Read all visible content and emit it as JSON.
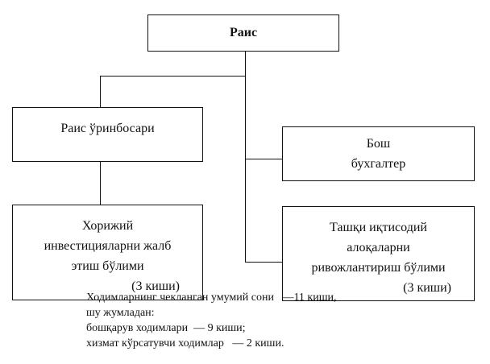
{
  "boxes": {
    "chairman": "Раис",
    "deputy": "Раис ўринбосари",
    "accountant": [
      "Бош",
      "бухгалтер"
    ],
    "foreign_investment": [
      "Хорижий",
      "инвестицияларни жалб",
      "этиш бўлими",
      "(3 киши)"
    ],
    "foreign_economic": [
      "Ташқи иқтисодий",
      "алоқаларни",
      "ривожлантириш бўлими",
      "(3 киши)"
    ]
  },
  "notes": [
    "Ходимларнинг чекланган умумий сони   —11 киши,",
    "шу жумладан:",
    "бошқарув ходимлари  — 9 киши;",
    "хизмат кўрсатувчи ходимлар   — 2 киши."
  ]
}
